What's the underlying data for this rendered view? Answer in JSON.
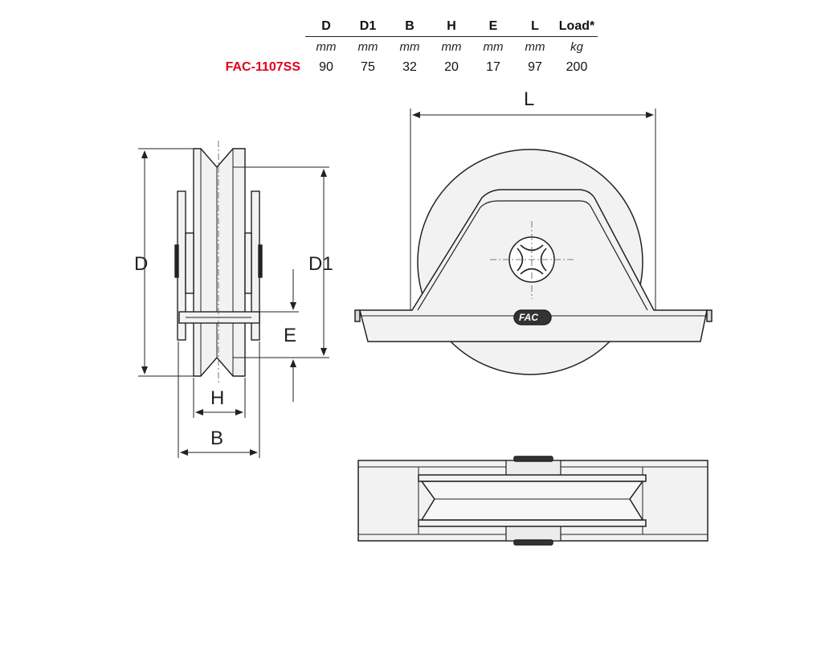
{
  "table": {
    "headers": [
      "D",
      "D1",
      "B",
      "H",
      "E",
      "L",
      "Load*"
    ],
    "units": [
      "mm",
      "mm",
      "mm",
      "mm",
      "mm",
      "mm",
      "kg"
    ],
    "rows": [
      {
        "model": "FAC-1107SS",
        "values": [
          "90",
          "75",
          "32",
          "20",
          "17",
          "97",
          "200"
        ]
      }
    ]
  },
  "dimensions": {
    "L": "L",
    "D": "D",
    "D1": "D1",
    "E": "E",
    "H": "H",
    "B": "B"
  },
  "logo_text": "FAC",
  "colors": {
    "model": "#e2001a",
    "line": "#222222",
    "fill": "#f2f2f2"
  }
}
